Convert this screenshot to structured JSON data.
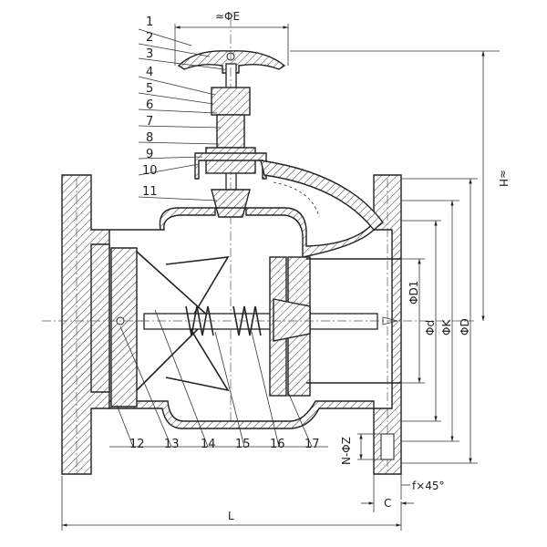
{
  "part_numbers": [
    "1",
    "2",
    "3",
    "4",
    "5",
    "6",
    "7",
    "8",
    "9",
    "10",
    "11",
    "12",
    "13",
    "14",
    "15",
    "16",
    "17"
  ],
  "dimensions": {
    "E": "≈ΦE",
    "H": "≈H",
    "D1": "ΦD1",
    "d": "Φd",
    "K": "ΦK",
    "D": "ΦD",
    "Z": "N-ΦZ",
    "chamfer": "f×45°",
    "C": "C",
    "L": "L"
  }
}
